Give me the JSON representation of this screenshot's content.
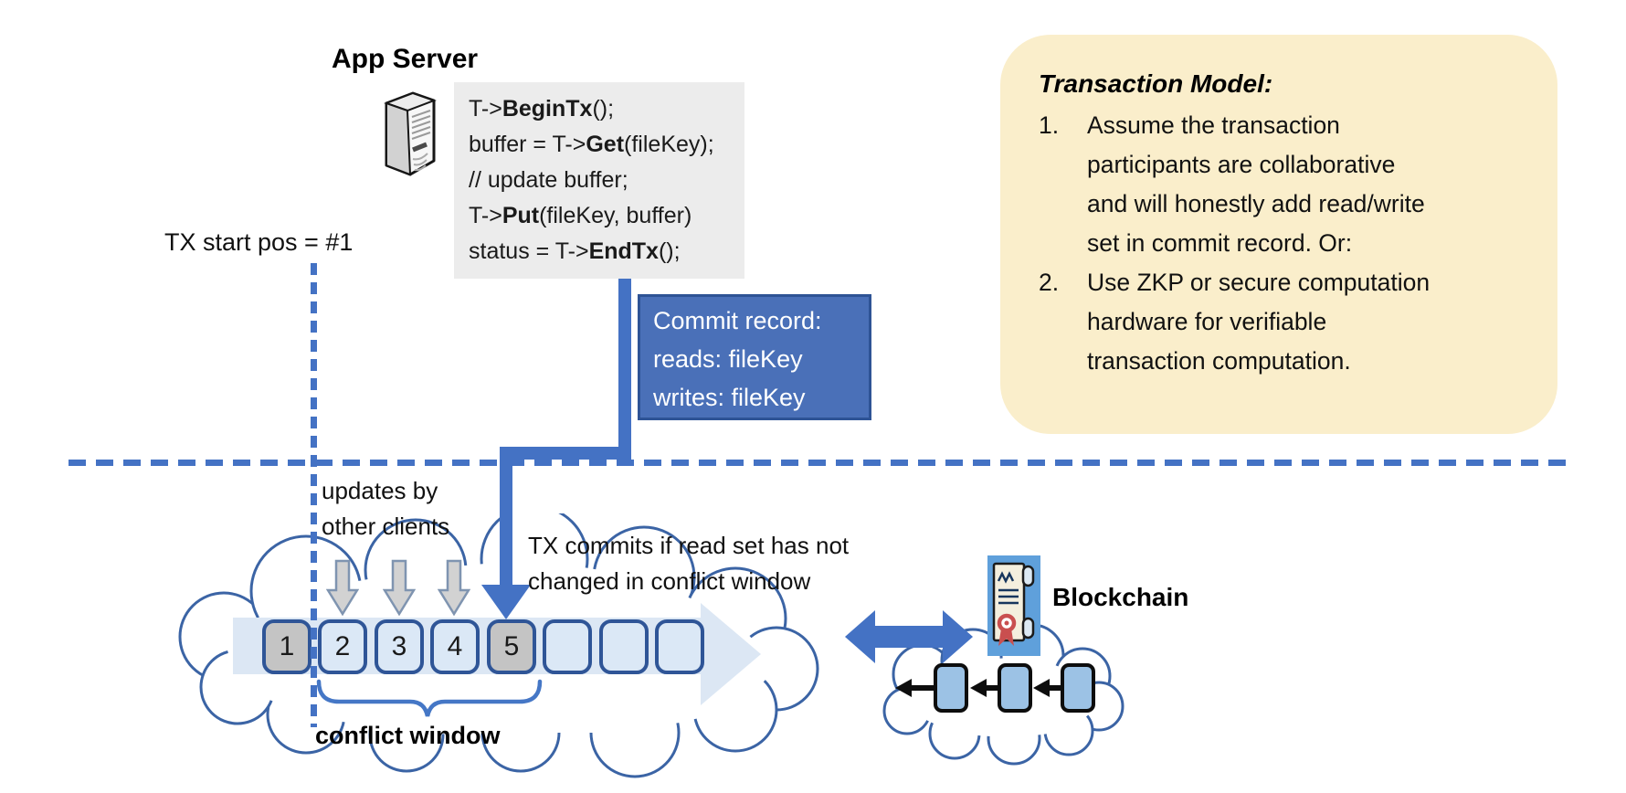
{
  "app_server": {
    "title": "App Server"
  },
  "code_block": {
    "lines": [
      {
        "pre": "T->",
        "kw": "BeginTx",
        "post": "();"
      },
      {
        "pre": "buffer = T->",
        "kw": "Get",
        "post": "(fileKey);"
      },
      {
        "pre": "// update buffer;",
        "kw": "",
        "post": ""
      },
      {
        "pre": "T->",
        "kw": "Put",
        "post": "(fileKey, buffer)"
      },
      {
        "pre": "status = T->",
        "kw": "EndTx",
        "post": "();"
      }
    ]
  },
  "tx_start_label": "TX start pos = #1",
  "commit_record": {
    "lines": [
      "Commit record:",
      "reads: fileKey",
      "writes: fileKey"
    ]
  },
  "transaction_model": {
    "title": "Transaction Model:",
    "items": [
      {
        "num": "1.",
        "lines": [
          "Assume the transaction",
          "participants are collaborative",
          "and will honestly add read/write",
          "set in commit record.  Or:"
        ]
      },
      {
        "num": "2.",
        "lines": [
          "Use ZKP or secure computation",
          "hardware for verifiable",
          "transaction computation."
        ]
      }
    ]
  },
  "updates_label": {
    "lines": [
      "updates by",
      "other clients"
    ]
  },
  "tx_commits_label": {
    "lines": [
      "TX commits if read set has not",
      "changed in conflict window"
    ]
  },
  "conflict_window_label": "conflict window",
  "ledger": {
    "blocks": [
      "1",
      "2",
      "3",
      "4",
      "5",
      "",
      "",
      ""
    ]
  },
  "blockchain": {
    "label": "Blockchain"
  },
  "colors": {
    "accent_blue": "#4472C4",
    "dark_blue_border": "#2F5597",
    "commit_box_fill": "#4A70B8",
    "code_box_fill": "#ECECEC",
    "panel_yellow": "#FAEECB",
    "box_light_blue": "#DBE8F6",
    "box_gray": "#C4C4C4",
    "band_pale_blue": "#DCE7F4",
    "cloud_outline": "#3B64A5",
    "block_fill": "#9CC2E5",
    "gray_arrow_fill": "#D2D2D2",
    "cert_icon_bg": "#5FA0DB",
    "ribbon_red": "#C94F4F"
  }
}
